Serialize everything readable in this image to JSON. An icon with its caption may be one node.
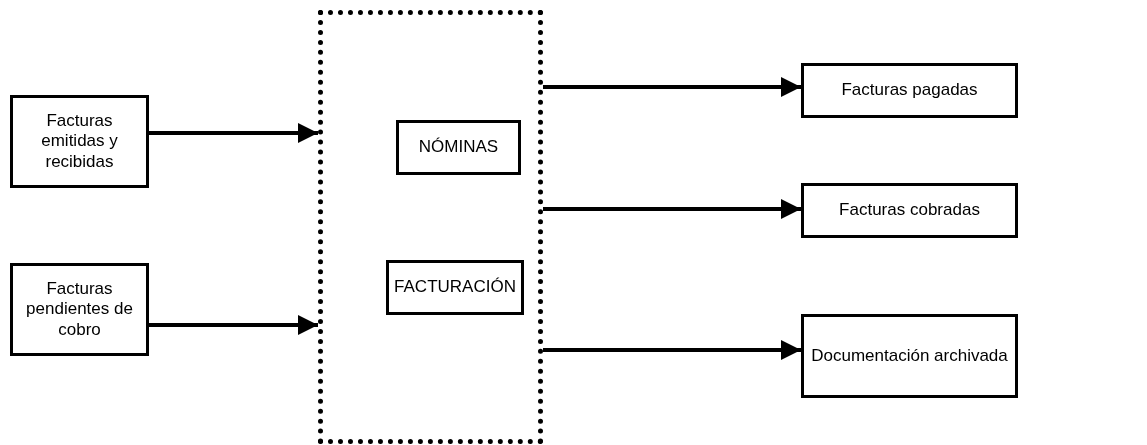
{
  "diagram": {
    "nodes": [
      {
        "text": [
          "Facturas emitidas y recibidas"
        ]
      },
      {
        "text": [
          "Facturas pendientes de cobro"
        ]
      },
      {
        "text": [],
        "shape": "box"
      },
      {
        "text": [
          "NÓMINAS"
        ],
        "in": 2
      },
      {
        "text": [
          "FACTURACIÓN"
        ],
        "in": 2
      },
      {
        "text": [
          "Facturas pagadas"
        ]
      },
      {
        "text": [
          "Facturas cobradas"
        ]
      },
      {
        "text": [
          "Documentación archivada"
        ]
      }
    ],
    "edges": [
      {
        "from": 0,
        "to": 2,
        "arrow": "to"
      },
      {
        "from": 1,
        "to": 2,
        "arrow": "to"
      },
      {
        "from": 2,
        "to": 5,
        "arrow": "to"
      },
      {
        "from": 2,
        "to": 6,
        "arrow": "to"
      },
      {
        "from": 2,
        "to": 7,
        "arrow": "to"
      }
    ]
  }
}
